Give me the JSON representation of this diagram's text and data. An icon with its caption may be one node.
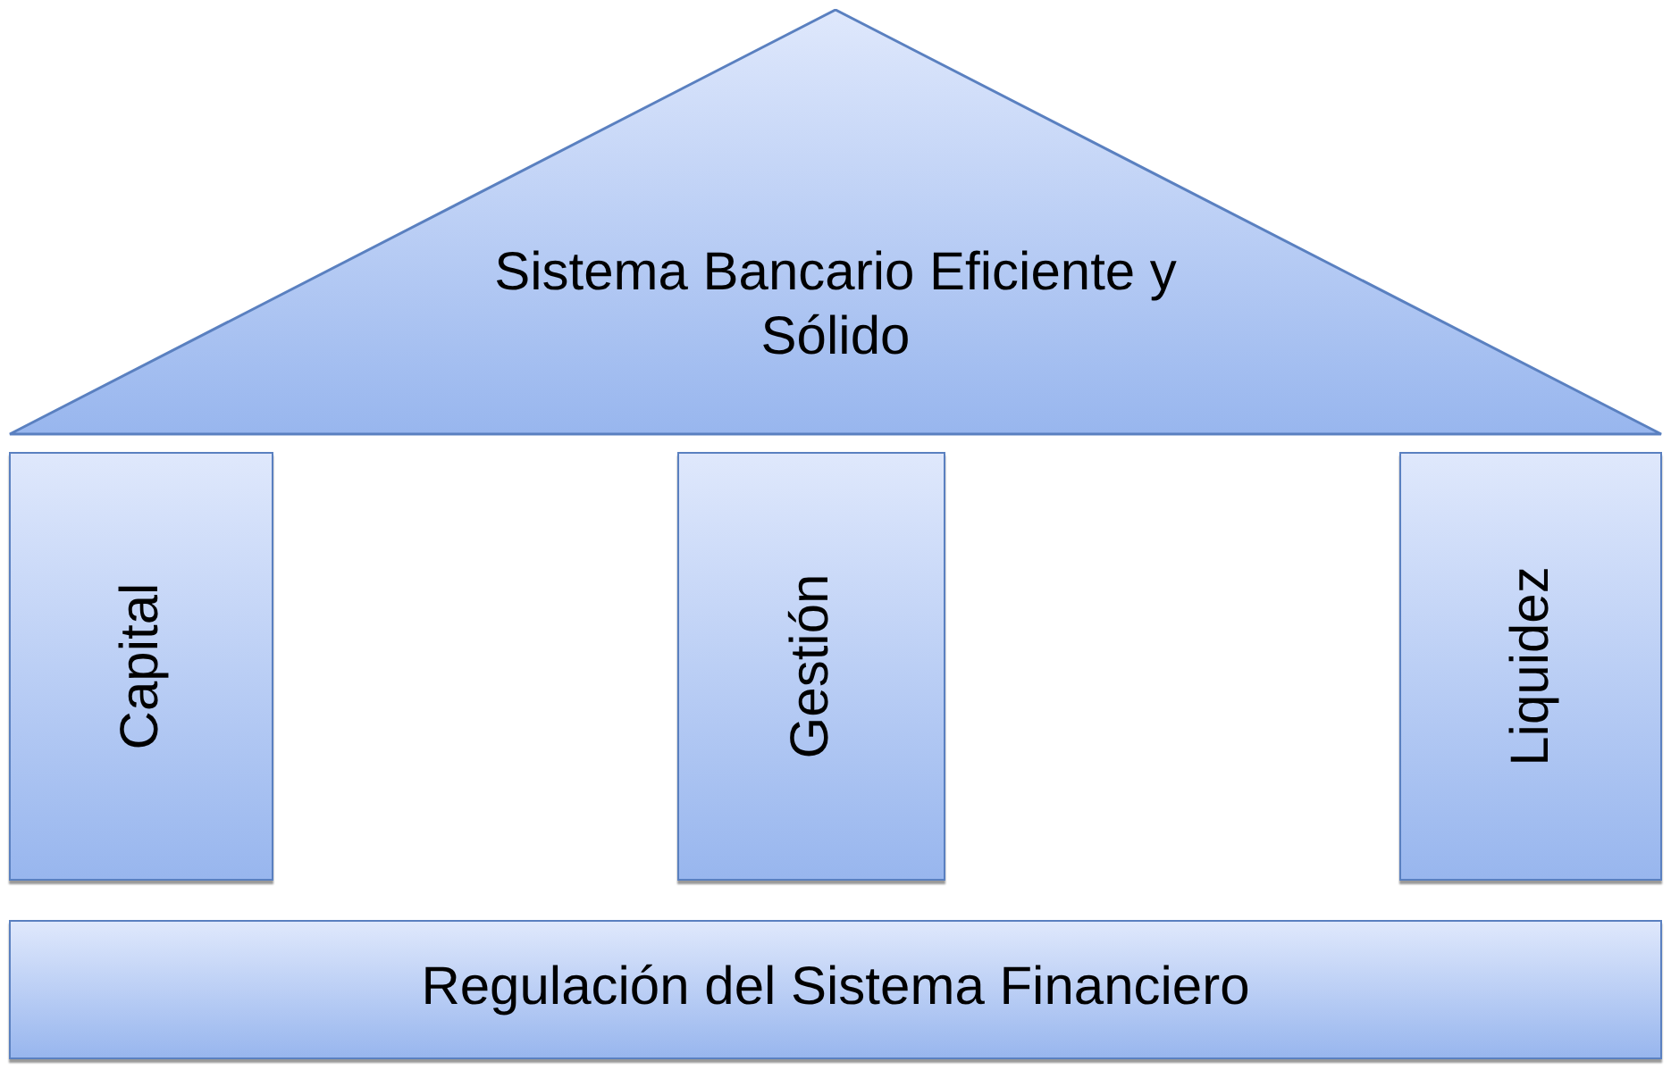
{
  "diagram": {
    "nodes": [
      {
        "text": [
          "Sistema Bancario Eficiente y Sólido"
        ]
      },
      {
        "text": [
          "Capital"
        ]
      },
      {
        "text": [
          "Gestión"
        ]
      },
      {
        "text": [
          "Liquidez"
        ]
      },
      {
        "text": [
          "Regulación del Sistema Financiero"
        ]
      }
    ]
  }
}
